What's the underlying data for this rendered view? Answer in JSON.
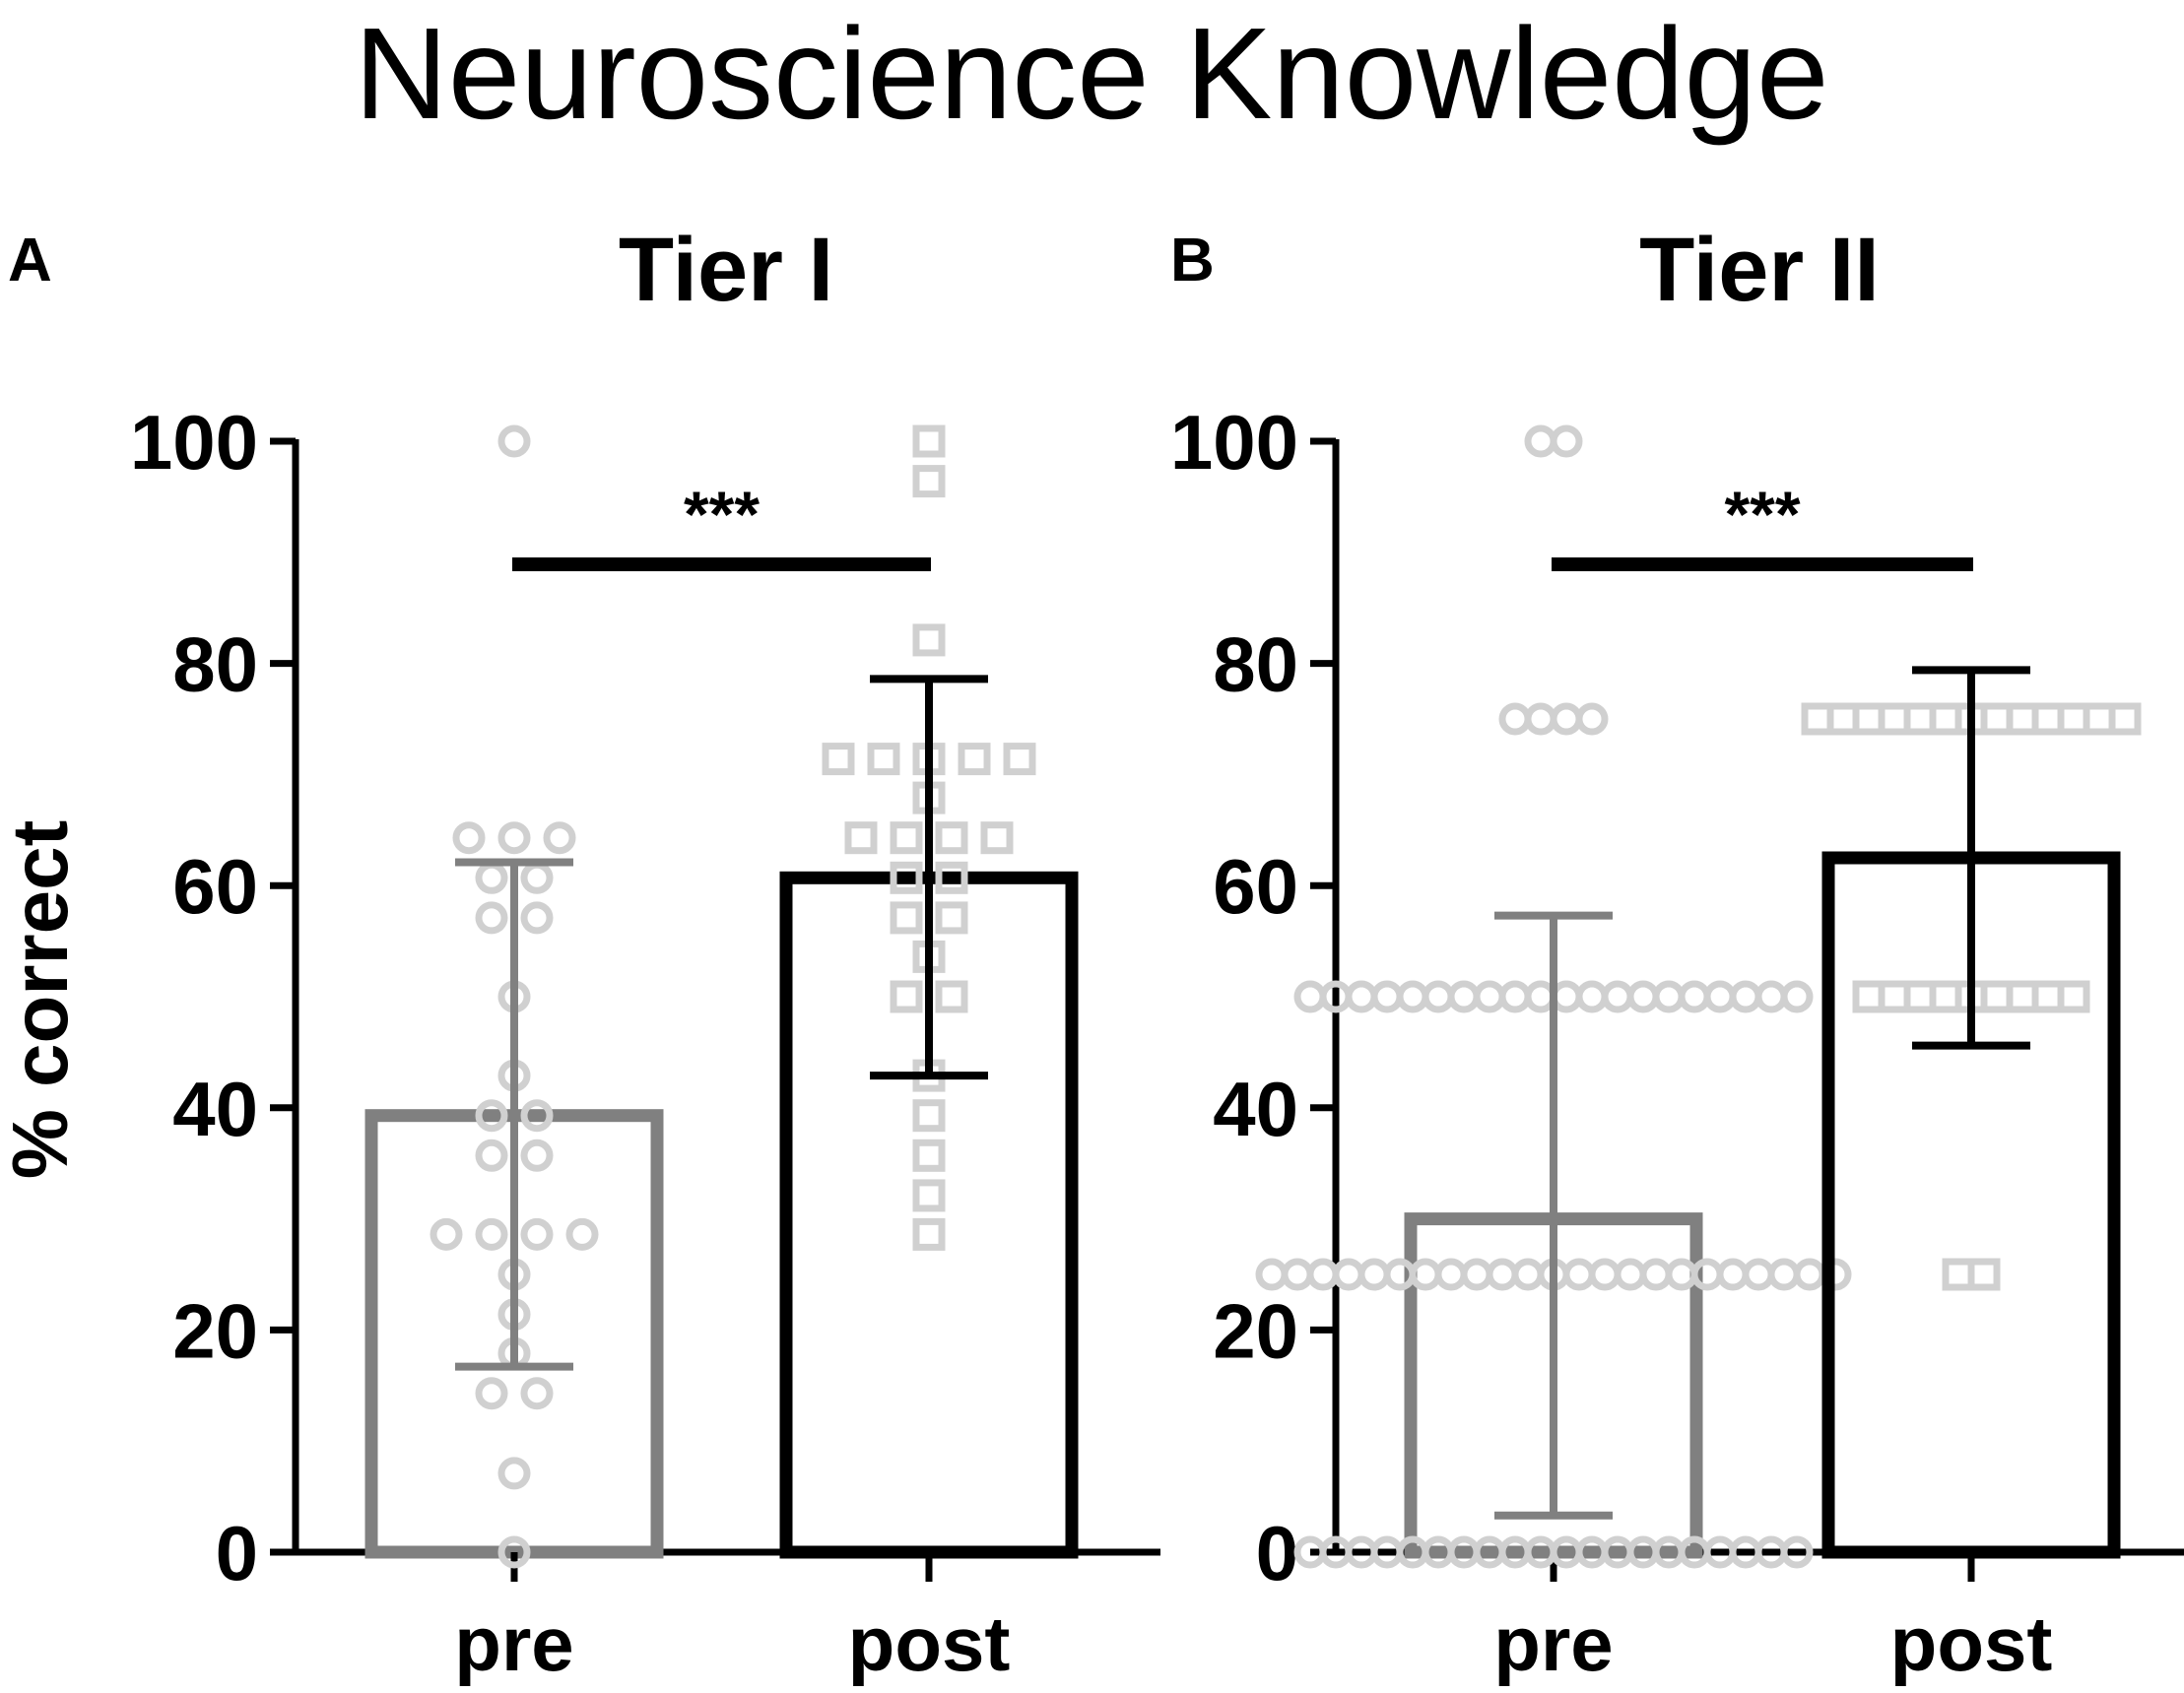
{
  "figure_title": "Neuroscience Knowledge",
  "y_axis_label": "% correct",
  "colors": {
    "pre": "#808080",
    "post": "#000000",
    "points": "#d0d0d0",
    "axis": "#000000"
  },
  "chart_data": [
    {
      "type": "bar",
      "panel_label": "A",
      "title": "Tier I",
      "xlabel": "",
      "ylabel": "% correct",
      "ylim": [
        0,
        100
      ],
      "yticks": [
        "0",
        "20",
        "40",
        "60",
        "80",
        "100"
      ],
      "categories": [
        "pre",
        "post"
      ],
      "values": [
        39.3,
        60.7
      ],
      "error_low": [
        16.7,
        42.9
      ],
      "error_high": [
        62.1,
        78.6
      ],
      "significance": "***",
      "points": [
        [
          0,
          7.1,
          14.3,
          14.3,
          17.9,
          21.4,
          25,
          28.6,
          28.6,
          28.6,
          28.6,
          35.7,
          35.7,
          39.3,
          39.3,
          42.9,
          50,
          57.1,
          57.1,
          60.7,
          60.7,
          64.3,
          64.3,
          64.3,
          100
        ],
        [
          28.6,
          32.1,
          35.7,
          39.3,
          42.9,
          50,
          50,
          53.6,
          57.1,
          57.1,
          60.7,
          60.7,
          64.3,
          64.3,
          64.3,
          64.3,
          67.9,
          71.4,
          71.4,
          71.4,
          71.4,
          71.4,
          82.1,
          96.4,
          100
        ]
      ]
    },
    {
      "type": "bar",
      "panel_label": "B",
      "title": "Tier II",
      "xlabel": "",
      "ylabel": "% correct",
      "ylim": [
        0,
        100
      ],
      "yticks": [
        "0",
        "20",
        "40",
        "60",
        "80",
        "100"
      ],
      "categories": [
        "pre",
        "post"
      ],
      "values": [
        30,
        62.5
      ],
      "error_low": [
        3.3,
        45.6
      ],
      "error_high": [
        57.3,
        79.4
      ],
      "significance": "***",
      "points": [
        [
          0,
          0,
          0,
          0,
          0,
          0,
          0,
          0,
          0,
          0,
          0,
          0,
          0,
          0,
          0,
          0,
          0,
          0,
          0,
          0,
          25,
          25,
          25,
          25,
          25,
          25,
          25,
          25,
          25,
          25,
          25,
          25,
          25,
          25,
          25,
          25,
          25,
          25,
          25,
          25,
          25,
          25,
          25,
          50,
          50,
          50,
          50,
          50,
          50,
          50,
          50,
          50,
          50,
          50,
          50,
          50,
          50,
          50,
          50,
          50,
          50,
          50,
          50,
          75,
          75,
          75,
          75,
          100,
          100
        ],
        [
          25,
          25,
          50,
          50,
          50,
          50,
          50,
          50,
          50,
          50,
          50,
          75,
          75,
          75,
          75,
          75,
          75,
          75,
          75,
          75,
          75,
          75,
          75,
          75
        ]
      ]
    }
  ]
}
